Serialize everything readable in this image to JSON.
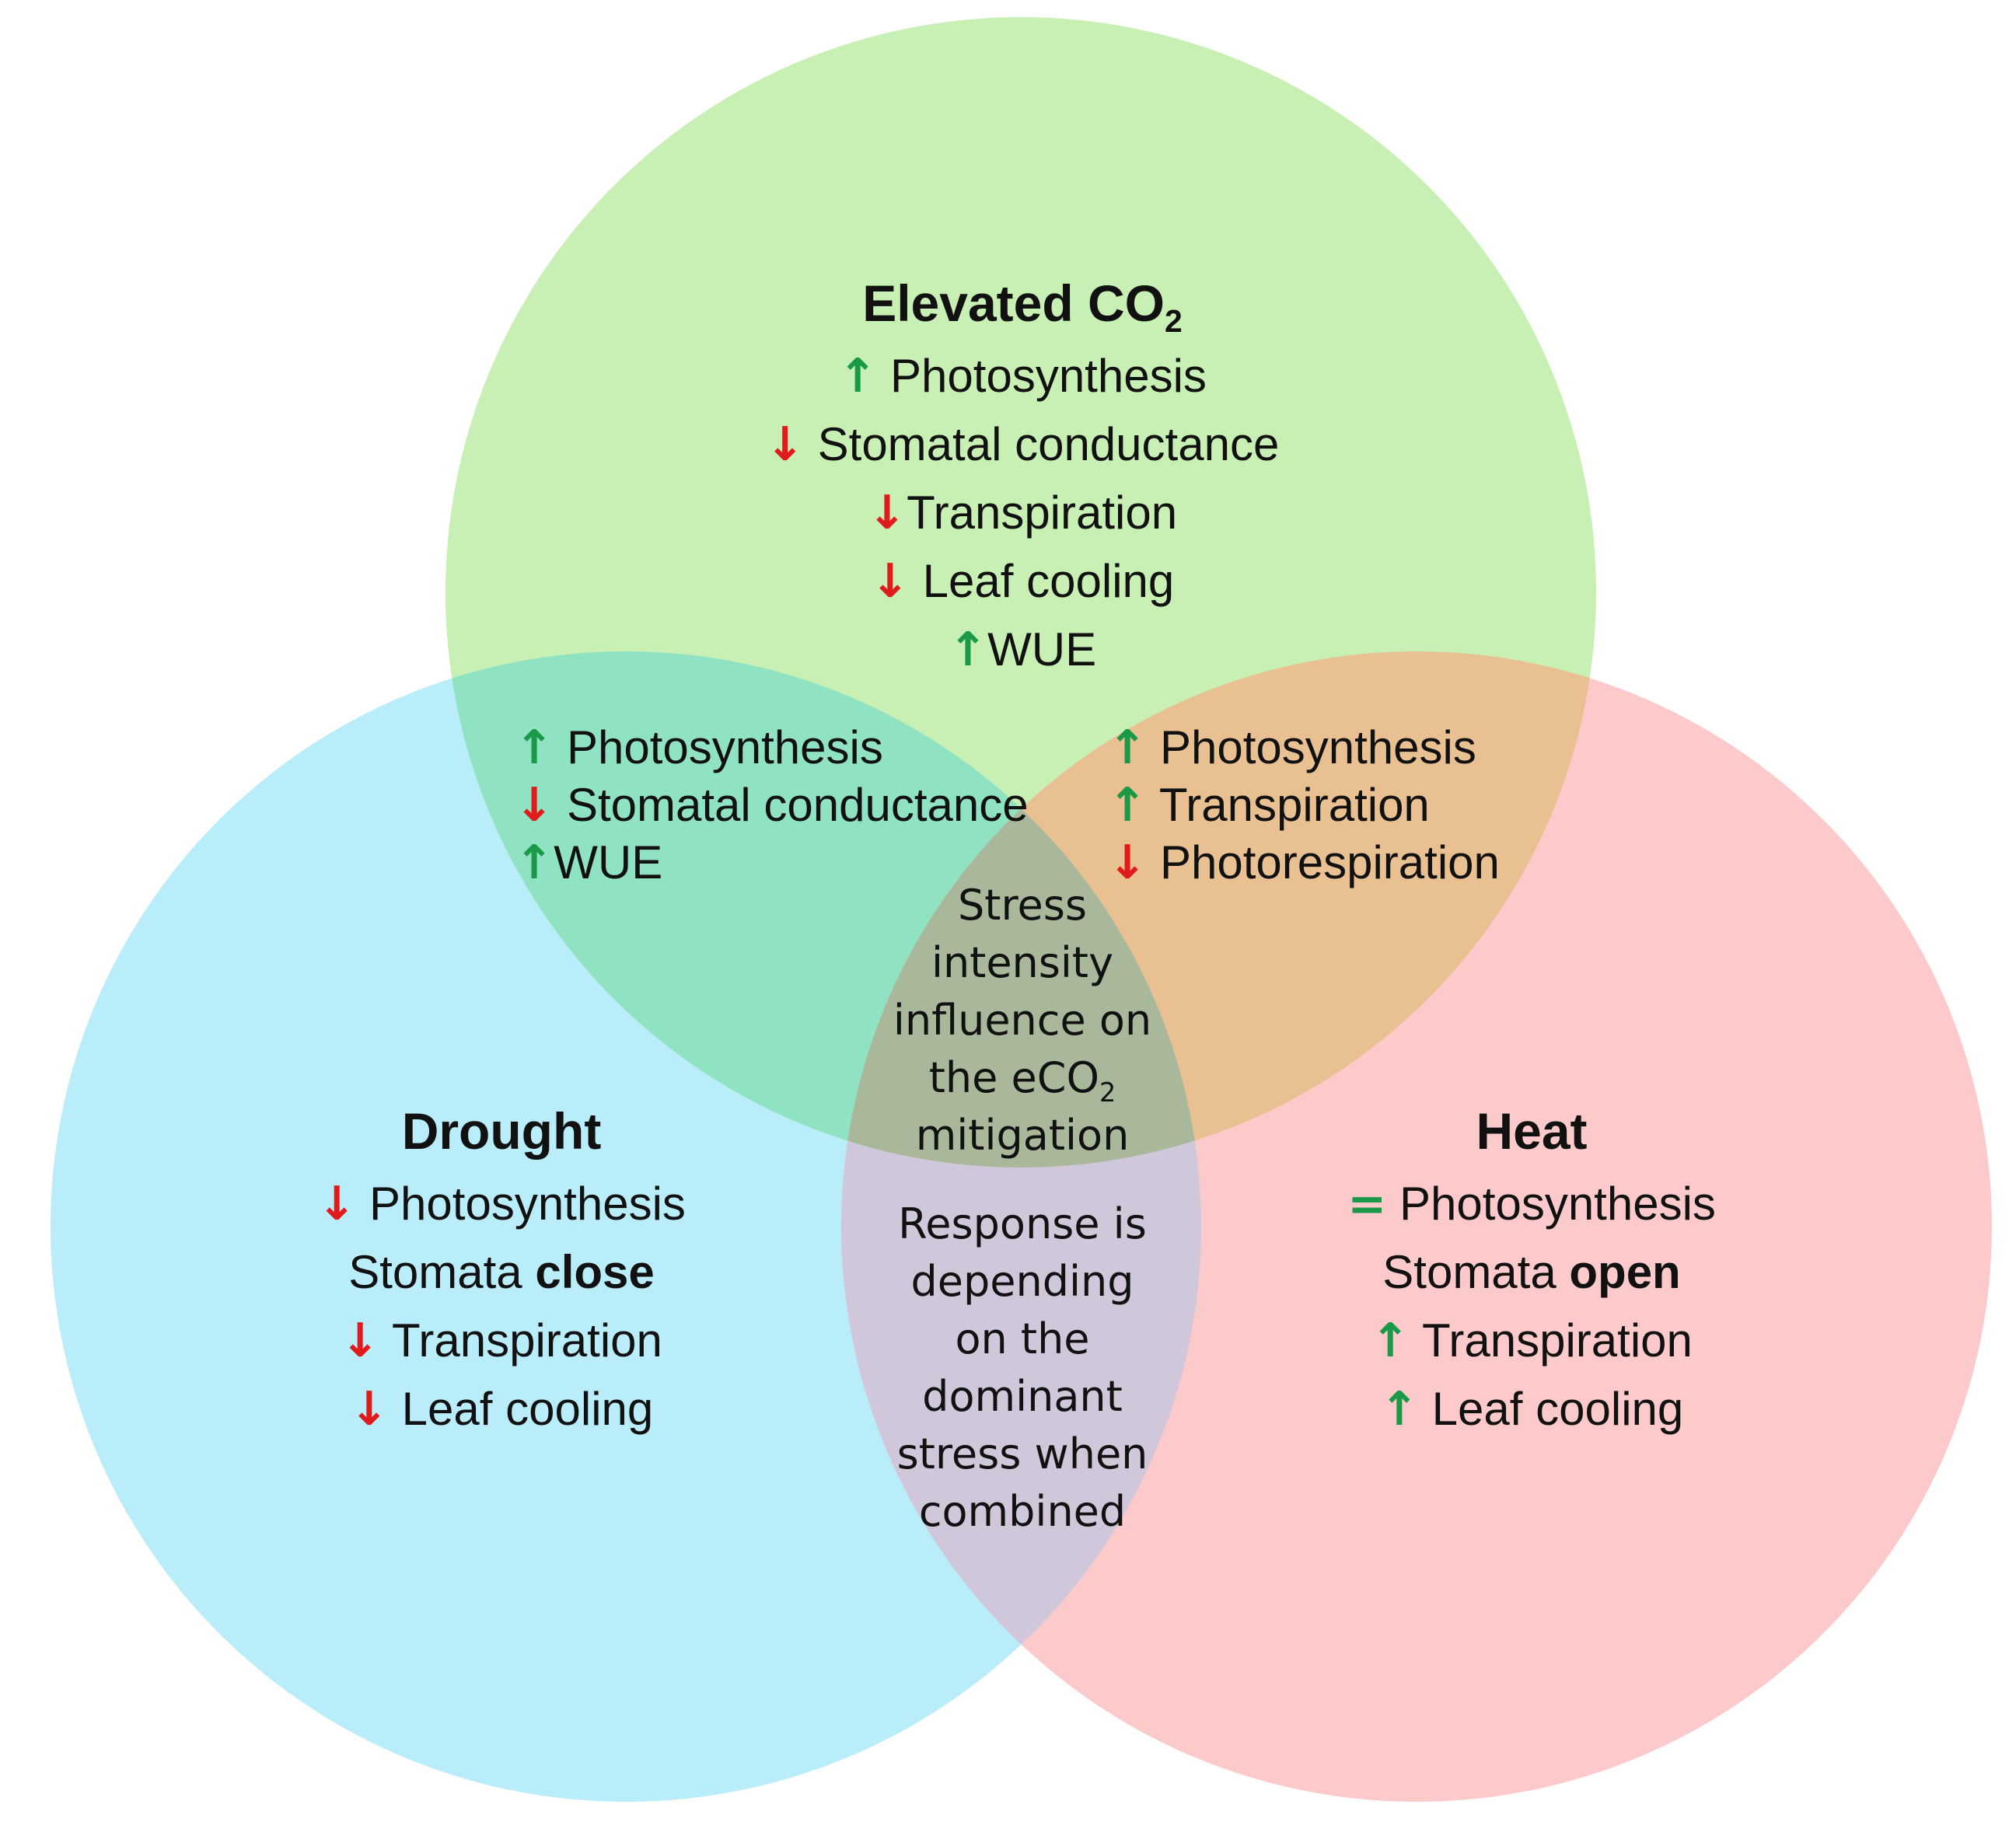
{
  "colors": {
    "co2_circle": "#c8efb4",
    "drought_circle": "#b9edfa",
    "heat_circle": "#fccaca",
    "co2_drought_overlap": "#8fe2c2",
    "co2_heat_overlap": "#e9c092",
    "drought_heat_overlap": "#d0c8da",
    "center_overlap": "#a9b89a",
    "up_arrow": "#1a9a48",
    "down_arrow": "#e01b1b",
    "equal_sign": "#1a9a48"
  },
  "co2": {
    "title": "Elevated CO",
    "title_sub": "2",
    "items": [
      {
        "symbol": "↑",
        "dir": "up",
        "text": "Photosynthesis"
      },
      {
        "symbol": "↓",
        "dir": "down",
        "text": "Stomatal conductance"
      },
      {
        "symbol": "↓",
        "dir": "down",
        "text": "Transpiration"
      },
      {
        "symbol": "↓",
        "dir": "down",
        "text": "Leaf cooling"
      },
      {
        "symbol": "↑",
        "dir": "up",
        "text": "WUE"
      }
    ]
  },
  "co2_drought": {
    "items": [
      {
        "symbol": "↑",
        "dir": "up",
        "text": "Photosynthesis"
      },
      {
        "symbol": "↓",
        "dir": "down",
        "text": "Stomatal conductance"
      },
      {
        "symbol": "↑",
        "dir": "up",
        "text": "WUE"
      }
    ]
  },
  "co2_heat": {
    "items": [
      {
        "symbol": "↑",
        "dir": "up",
        "text": "Photosynthesis"
      },
      {
        "symbol": "↑",
        "dir": "up",
        "text": "Transpiration"
      },
      {
        "symbol": "↓",
        "dir": "down",
        "text": "Photorespiration"
      }
    ]
  },
  "center": {
    "lines": [
      "Stress",
      "intensity",
      "influence on"
    ],
    "line4_pre": "the eCO",
    "line4_sub": "2",
    "line5": "mitigation"
  },
  "drought_heat": {
    "lines": [
      "Response is",
      "depending",
      "on the",
      "dominant",
      "stress when",
      "combined"
    ]
  },
  "drought": {
    "title": "Drought",
    "photosynthesis": {
      "symbol": "↓",
      "text": "Photosynthesis"
    },
    "stomata_prefix": "Stomata ",
    "stomata_state": "close",
    "transpiration": {
      "symbol": "↓",
      "text": "Transpiration"
    },
    "leaf_cooling": {
      "symbol": "↓",
      "text": "Leaf cooling"
    }
  },
  "heat": {
    "title": "Heat",
    "photosynthesis": {
      "symbol": "=",
      "text": "Photosynthesis"
    },
    "stomata_prefix": "Stomata ",
    "stomata_state": "open",
    "transpiration": {
      "symbol": "↑",
      "text": "Transpiration"
    },
    "leaf_cooling": {
      "symbol": "↑",
      "text": "Leaf cooling"
    }
  }
}
